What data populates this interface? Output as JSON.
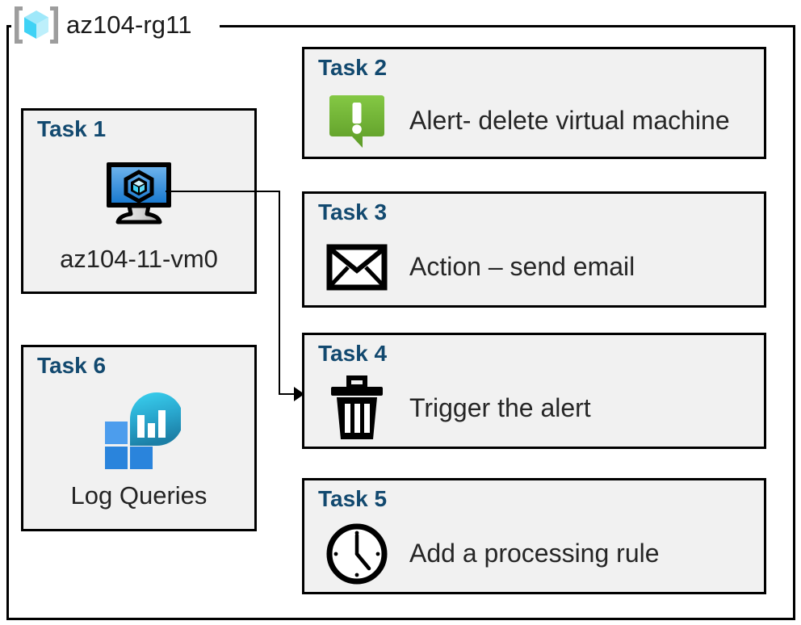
{
  "resource_group": {
    "icon": "azure-resource-group-icon",
    "name": "az104-rg11"
  },
  "colors": {
    "card_fill": "#f1f1f1",
    "card_border": "#000000",
    "task_title": "#12496f",
    "body_text": "#262626",
    "alert_green_light": "#7fc241",
    "alert_green_dark": "#5d9b27",
    "vm_screen_light": "#5ea9e8",
    "vm_screen_dark": "#1a7ad0",
    "rg_cube_cyan": "#58d7f5",
    "rg_bracket_gray": "#9d9d9d",
    "log_circle_top": "#34c9ea",
    "log_circle_bottom": "#1c7fa6",
    "log_tile_light": "#4c9ded",
    "log_tile_dark": "#2a84dc"
  },
  "cards": {
    "task1": {
      "title": "Task 1",
      "icon": "virtual-machine-icon",
      "label": "az104-11-vm0"
    },
    "task2": {
      "title": "Task 2",
      "icon": "alert-exclamation-icon",
      "label": "Alert- delete virtual machine"
    },
    "task3": {
      "title": "Task 3",
      "icon": "envelope-icon",
      "label": "Action – send email"
    },
    "task4": {
      "title": "Task 4",
      "icon": "trash-can-icon",
      "label": "Trigger the alert"
    },
    "task5": {
      "title": "Task 5",
      "icon": "clock-icon",
      "label": "Add a processing rule"
    },
    "task6": {
      "title": "Task 6",
      "icon": "log-analytics-icon",
      "label": "Log Queries"
    }
  },
  "connector": {
    "from": "task1-virtual-machine-icon",
    "to": "task4-card",
    "arrow": "arrowhead-right-icon"
  }
}
